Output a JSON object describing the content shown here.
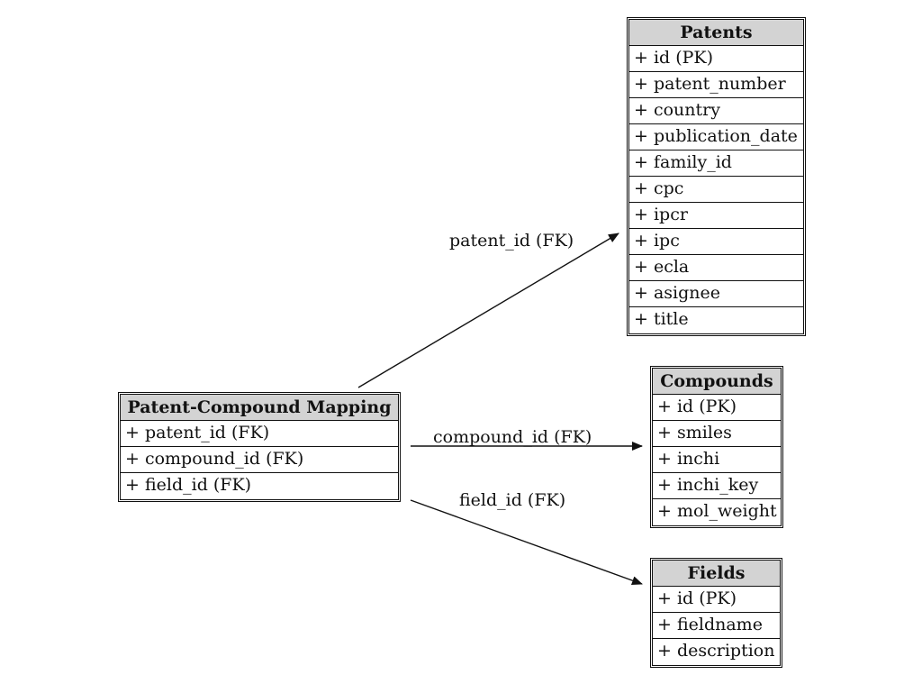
{
  "tables": {
    "patents": {
      "title": "Patents",
      "fields": [
        "+ id (PK)",
        "+ patent_number",
        "+ country",
        "+ publication_date",
        "+ family_id",
        "+ cpc",
        "+ ipcr",
        "+ ipc",
        "+ ecla",
        "+ asignee",
        "+ title"
      ]
    },
    "compounds": {
      "title": "Compounds",
      "fields": [
        "+ id (PK)",
        "+ smiles",
        "+ inchi",
        "+ inchi_key",
        "+ mol_weight"
      ]
    },
    "fields": {
      "title": "Fields",
      "fields": [
        "+ id (PK)",
        "+ fieldname",
        "+ description"
      ]
    },
    "mapping": {
      "title": "Patent-Compound Mapping",
      "fields": [
        "+ patent_id (FK)",
        "+ compound_id (FK)",
        "+ field_id (FK)"
      ]
    }
  },
  "edges": {
    "patent_label": "patent_id (FK)",
    "compound_label": "compound_id (FK)",
    "field_label": "field_id (FK)"
  },
  "colors": {
    "header_fill": "#d3d3d3",
    "line": "#111111"
  }
}
